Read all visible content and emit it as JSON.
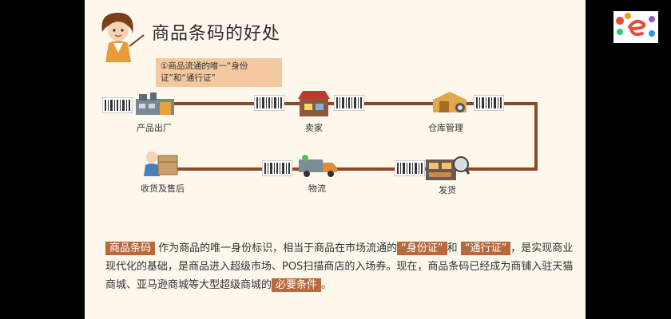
{
  "slide": {
    "title": "商品条码的好处",
    "callout": "①商品流通的唯一“身份证”和“通行证”",
    "nodes": [
      {
        "label": "产品出厂"
      },
      {
        "label": "卖家"
      },
      {
        "label": "仓库管理"
      },
      {
        "label": "发货"
      },
      {
        "label": "物流"
      },
      {
        "label": "收货及售后"
      }
    ],
    "paragraph": {
      "h1": "商品条码",
      "t1": "作为商品的唯一身份标识，相当于商品在市场流通的",
      "h2": "“身份证”",
      "t2": "和",
      "h3": "“通行证”",
      "t3": "，是实现商业现代化的基础，是商品进入超级市场、POS扫描商店的入场券。现在，商品条码已经成为商铺入驻天猫商城、亚马逊商城等大型超级商城的",
      "h4": "必要条件",
      "t4": "。"
    }
  },
  "colors": {
    "background": "#fdf7ec",
    "flow_line": "#8b4a2c",
    "highlight": "#b9693d",
    "callout": "#f4c9a0"
  },
  "icons": {
    "presenter": "teacher-avatar-icon",
    "logo": "colorful-e-logo-icon",
    "barcode": "barcode-icon",
    "factory": "factory-icon",
    "store": "store-icon",
    "warehouse": "warehouse-icon",
    "dispatch": "dispatch-station-icon",
    "logistics": "delivery-truck-icon",
    "aftersales": "receiving-service-icon"
  }
}
